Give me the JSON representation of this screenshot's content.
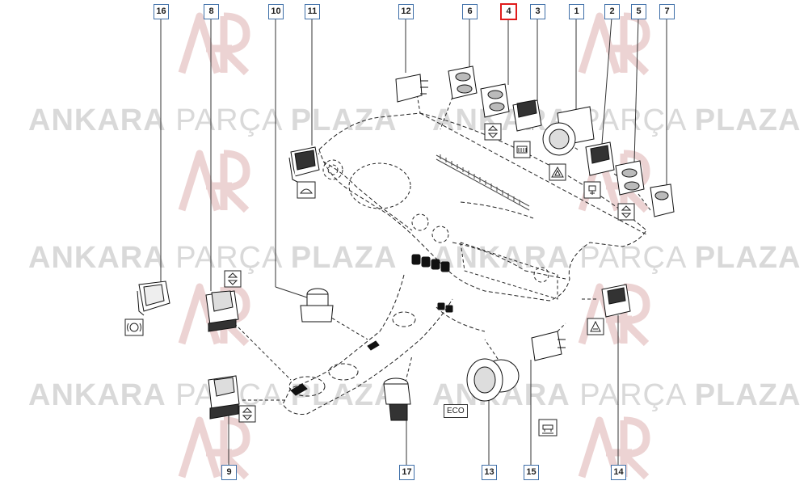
{
  "watermark": {
    "word1": "ANKARA",
    "word2": "PARÇA",
    "word3": "PLAZA"
  },
  "callouts": [
    {
      "id": "16",
      "label": "16",
      "active": false
    },
    {
      "id": "8",
      "label": "8",
      "active": false
    },
    {
      "id": "10",
      "label": "10",
      "active": false
    },
    {
      "id": "11",
      "label": "11",
      "active": false
    },
    {
      "id": "12",
      "label": "12",
      "active": false
    },
    {
      "id": "6",
      "label": "6",
      "active": false
    },
    {
      "id": "4",
      "label": "4",
      "active": true
    },
    {
      "id": "3",
      "label": "3",
      "active": false
    },
    {
      "id": "1",
      "label": "1",
      "active": false
    },
    {
      "id": "2",
      "label": "2",
      "active": false
    },
    {
      "id": "5",
      "label": "5",
      "active": false
    },
    {
      "id": "7",
      "label": "7",
      "active": false
    },
    {
      "id": "9",
      "label": "9",
      "active": false
    },
    {
      "id": "17",
      "label": "17",
      "active": false
    },
    {
      "id": "13",
      "label": "13",
      "active": false
    },
    {
      "id": "15",
      "label": "15",
      "active": false
    },
    {
      "id": "14",
      "label": "14",
      "active": false
    }
  ],
  "symbols": {
    "eco_label": "ECO"
  },
  "colors": {
    "callout_border": "#3f6fa8",
    "active_border": "#e01b1b",
    "line": "#222222",
    "watermark": "#d9d9d9",
    "logo": "#ecd3d3"
  }
}
